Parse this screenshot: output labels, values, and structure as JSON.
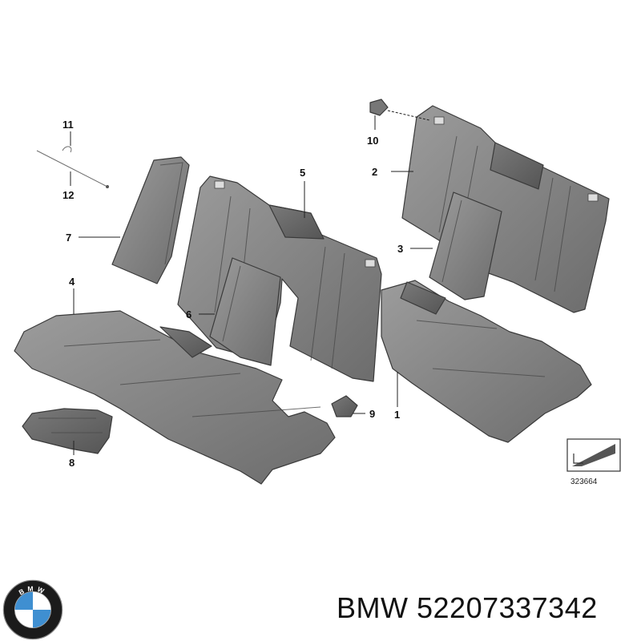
{
  "diagram": {
    "reference_code": "323664",
    "callouts": [
      {
        "id": "c1",
        "label": "1"
      },
      {
        "id": "c2",
        "label": "2"
      },
      {
        "id": "c3",
        "label": "3"
      },
      {
        "id": "c4",
        "label": "4"
      },
      {
        "id": "c5",
        "label": "5"
      },
      {
        "id": "c6",
        "label": "6"
      },
      {
        "id": "c7",
        "label": "7"
      },
      {
        "id": "c8",
        "label": "8"
      },
      {
        "id": "c9",
        "label": "9"
      },
      {
        "id": "c10",
        "label": "10"
      },
      {
        "id": "c11",
        "label": "11"
      },
      {
        "id": "c12",
        "label": "12"
      }
    ]
  },
  "footer": {
    "brand": "BMW",
    "part_number": "52207337342",
    "logo_letters": "BMW"
  },
  "colors": {
    "part_fill": "#7e7e7e",
    "part_fill_light": "#9a9a9a",
    "part_fill_dark": "#5e5e5e",
    "logo_blue": "#3f8fd1",
    "logo_ring": "#1b1b1b"
  }
}
